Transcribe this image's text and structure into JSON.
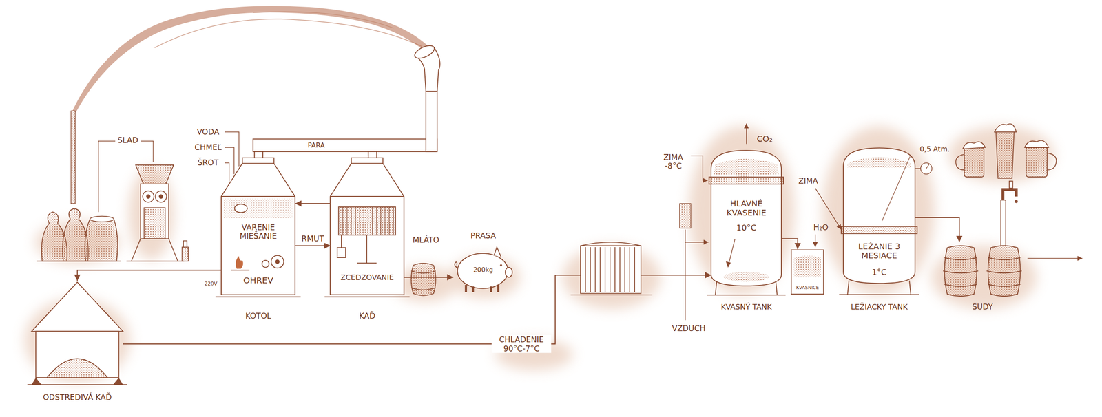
{
  "diagram": {
    "nodes": [
      {
        "text": [
          "VARENIE MIEŠANIE",
          "OHREV",
          "KOTOL"
        ]
      },
      {
        "text": [
          "ZCEDZOVANIE",
          "KAĎ"
        ]
      },
      {
        "text": [
          "PRASA",
          "200kg"
        ]
      },
      {
        "text": [
          "ODSTREDIVÁ KAĎ"
        ]
      },
      {
        "text": [
          "HLAVNÉ KVASENIE",
          "10°C",
          "KVASNÝ TANK"
        ]
      },
      {
        "text": [
          "KVASNICE"
        ]
      },
      {
        "text": [
          "LEŽANIE 3 MESIACE",
          "1°C",
          "LEŽIACKY TANK"
        ]
      },
      {
        "text": [
          "SUDY"
        ]
      }
    ],
    "edges": [
      {
        "from": 0,
        "to": 1,
        "label": "RMUT",
        "arrow": "to"
      },
      {
        "from": 1,
        "to": 0,
        "arrow": "to"
      },
      {
        "from": 1,
        "to": 2,
        "arrow": "to"
      },
      {
        "from": 0,
        "to": 3,
        "arrow": "to"
      },
      {
        "from": 3,
        "to": 4,
        "label": "CHLADENIE 90°C-7°C",
        "arrow": "to"
      },
      {
        "from": 4,
        "to": 5,
        "arrow": "to"
      },
      {
        "from": 6,
        "to": 7,
        "arrow": "to"
      }
    ],
    "labels": [
      "SLAD",
      "VODA",
      "CHMEĽ",
      "ŠROT",
      "PARA",
      "220V",
      "MLÁTO",
      "ZIMA -8°C",
      "CO₂",
      "VZDUCH",
      "H₂O",
      "ZIMA",
      "0,5 Atm."
    ]
  }
}
